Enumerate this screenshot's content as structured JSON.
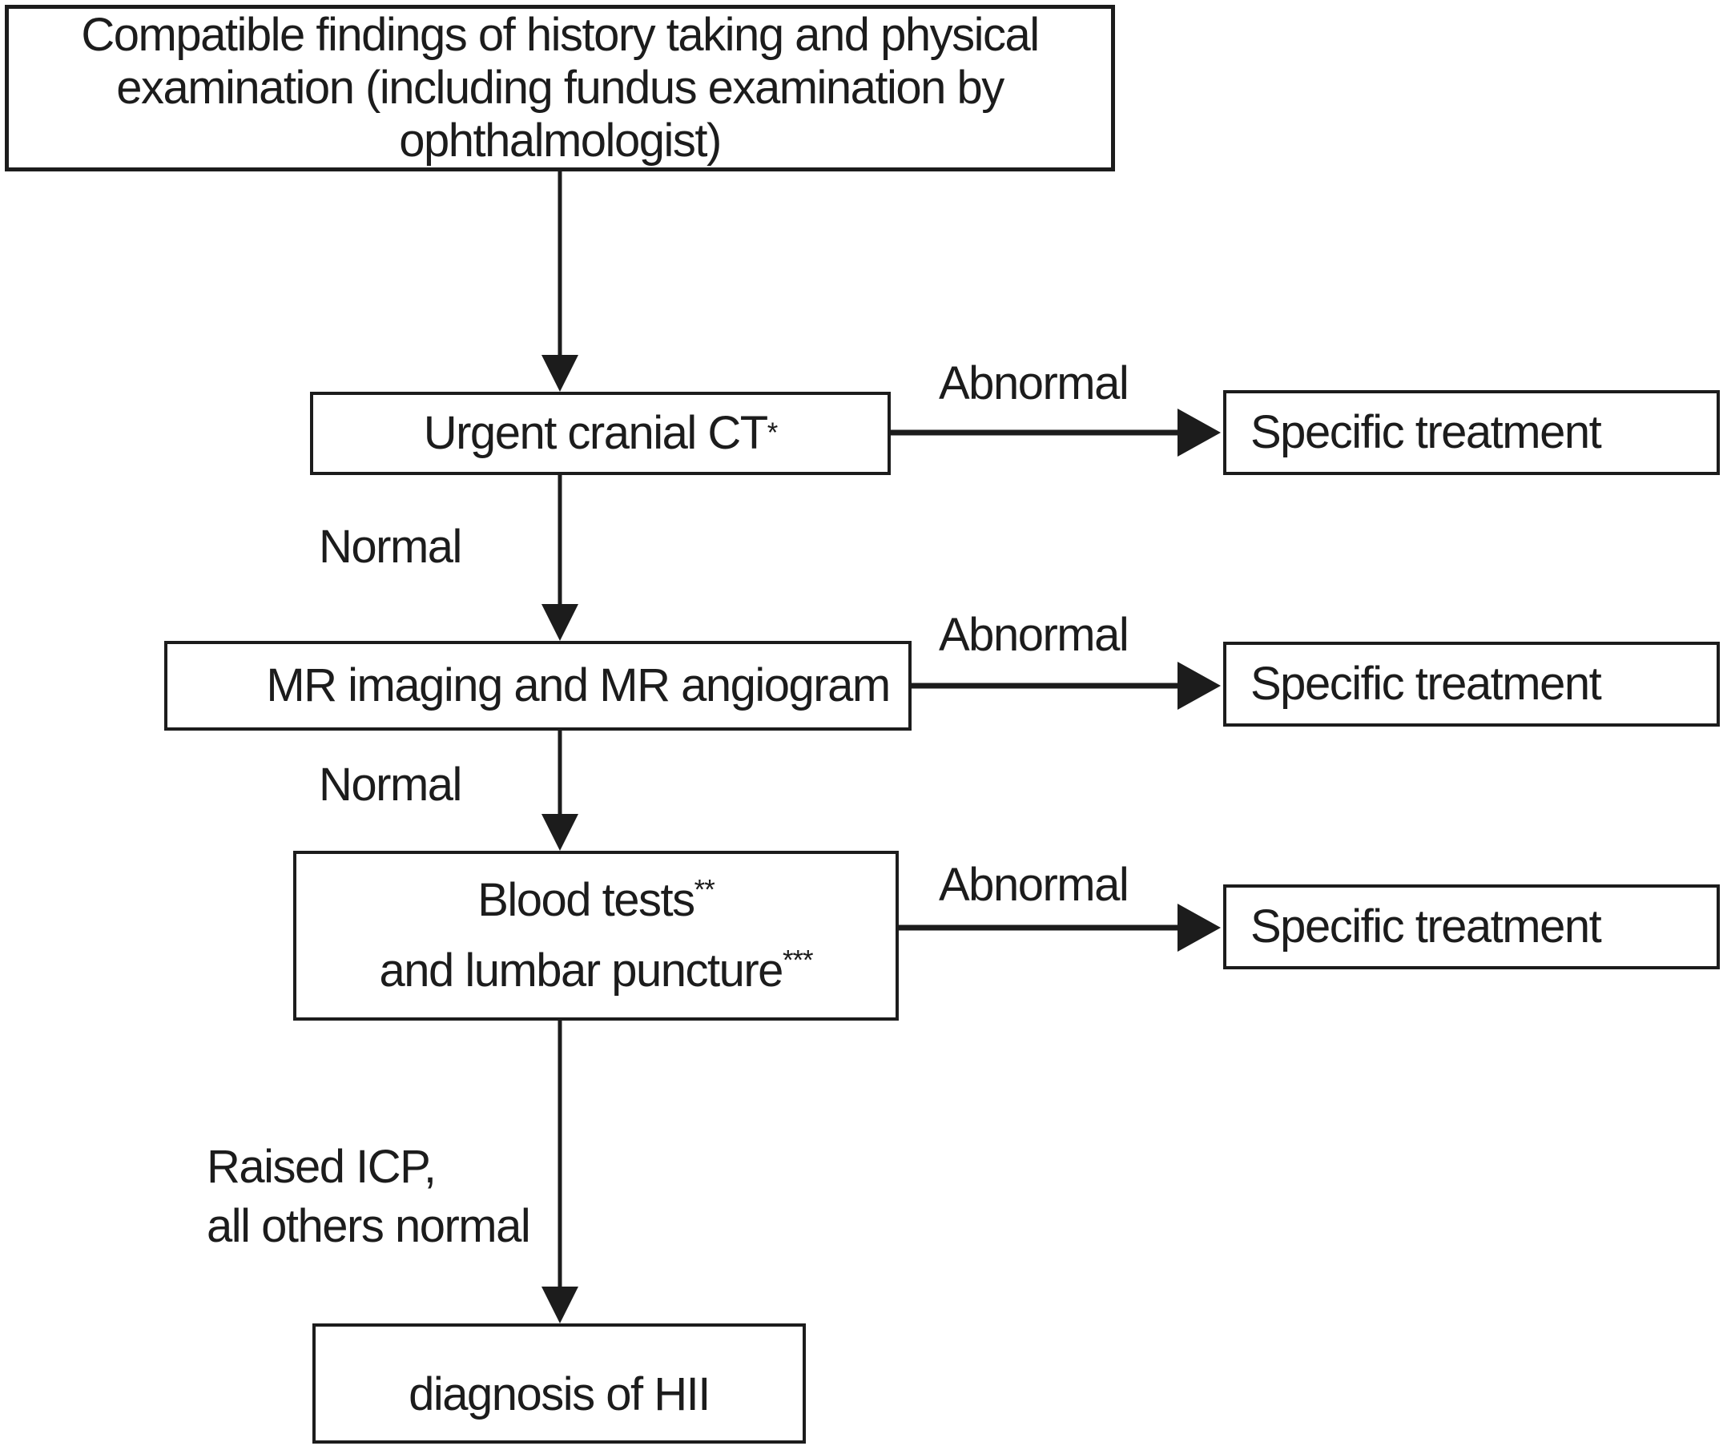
{
  "diagram": {
    "background": "#ffffff",
    "stroke_color": "#1c1c1c",
    "nodes": {
      "start": {
        "lines": [
          "Compatible findings of history taking and physical",
          "examination (including fundus examination by",
          "ophthalmologist)"
        ]
      },
      "urgent_ct": {
        "text": "Urgent cranial CT",
        "sup": "*"
      },
      "specific_treatment_1": {
        "label": "Specific treatment"
      },
      "mr_imaging": {
        "label": "MR imaging and MR angiogram"
      },
      "specific_treatment_2": {
        "label": "Specific treatment"
      },
      "blood_tests": {
        "line1": {
          "text": "Blood tests",
          "sup": "**"
        },
        "line2": {
          "text": "and lumbar puncture",
          "sup": "***"
        }
      },
      "specific_treatment_3": {
        "label": "Specific treatment"
      },
      "diagnosis": {
        "label": "diagnosis of HII"
      }
    },
    "edge_labels": {
      "abnormal_1": "Abnormal",
      "normal_1": "Normal",
      "abnormal_2": "Abnormal",
      "normal_2": "Normal",
      "abnormal_3": "Abnormal",
      "raised_icp_line1": "Raised ICP,",
      "raised_icp_line2": "all others normal"
    }
  }
}
